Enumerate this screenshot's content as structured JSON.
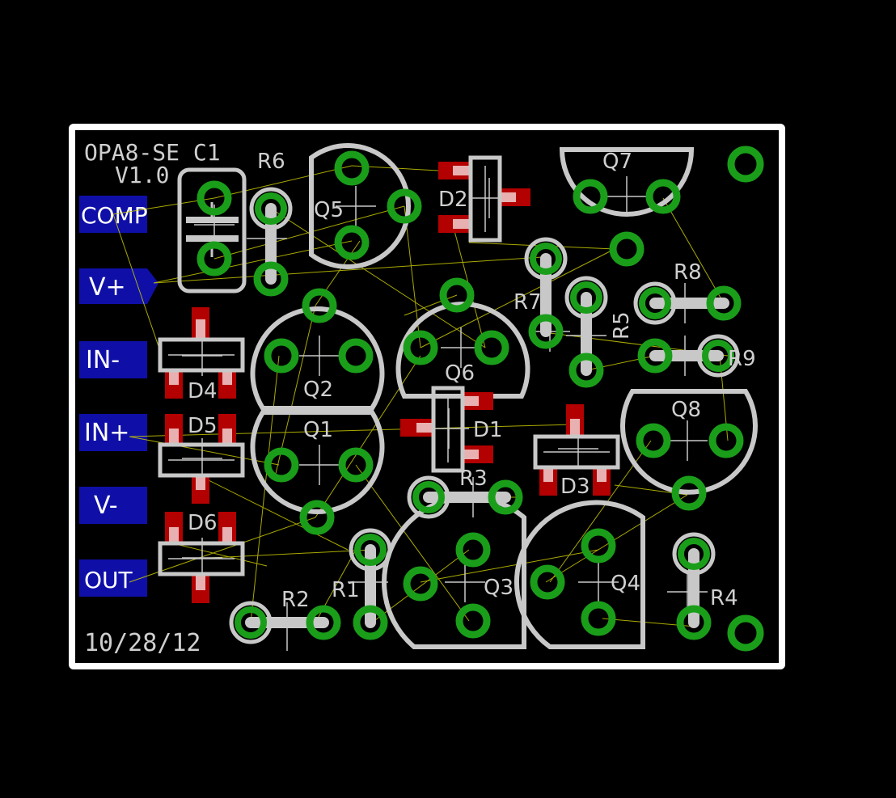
{
  "board": {
    "title": "OPA8-SE C1",
    "version": "V1.0",
    "date": "10/28/12"
  },
  "colors": {
    "background": "#000000",
    "outline": "#ffffff",
    "silk": "#c8c8c8",
    "pad_ring": "#1a9e1a",
    "smd_pad": "#b30000",
    "edge_pin": "#0f0fa8",
    "airwire": "#c8c800"
  },
  "edge_pins": [
    {
      "label": "COMP"
    },
    {
      "label": "V+"
    },
    {
      "label": "IN-"
    },
    {
      "label": "IN+"
    },
    {
      "label": "V-"
    },
    {
      "label": "OUT"
    }
  ],
  "parts": {
    "transistors": [
      "Q1",
      "Q2",
      "Q3",
      "Q4",
      "Q5",
      "Q6",
      "Q7",
      "Q8"
    ],
    "resistors": [
      "R1",
      "R2",
      "R3",
      "R4",
      "R5",
      "R6",
      "R7",
      "R8",
      "R9"
    ],
    "diodes": [
      "D1",
      "D2",
      "D3",
      "D4",
      "D5",
      "D6"
    ]
  },
  "icons": {
    "through_hole_pad": "pad-icon",
    "mounting_hole": "mounting-hole-icon",
    "capacitor": "capacitor-icon"
  }
}
